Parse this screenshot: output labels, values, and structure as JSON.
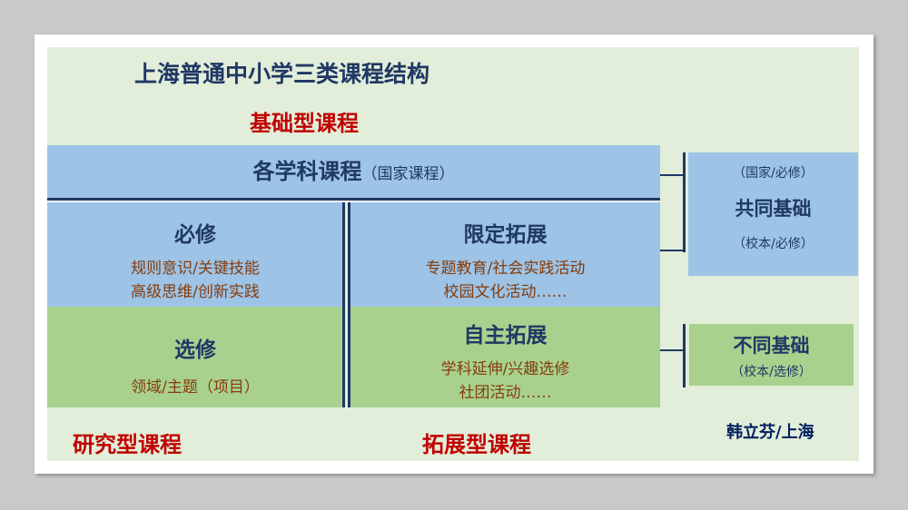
{
  "title": "上海普通中小学三类课程结构",
  "foundational_label": "基础型课程",
  "subject_bar": {
    "main": "各学科课程",
    "sub": "（国家课程）"
  },
  "boxes": {
    "required": {
      "title": "必修",
      "lines": [
        "规则意识/关键技能",
        "高级思维/创新实践"
      ]
    },
    "limited_ext": {
      "title": "限定拓展",
      "lines": [
        "专题教育/社会实践活动",
        "校园文化活动……"
      ]
    },
    "elective": {
      "title": "选修",
      "lines": [
        "领域/主题（项目）"
      ]
    },
    "self_ext": {
      "title": "自主拓展",
      "lines": [
        "学科延伸/兴趣选修",
        "社团活动……"
      ]
    }
  },
  "research_label": "研究型课程",
  "extension_label": "拓展型课程",
  "common": {
    "top": "（国家/必修）",
    "title": "共同基础",
    "bottom": "（校本/必修）"
  },
  "different": {
    "title": "不同基础",
    "sub": "（校本/选修）"
  },
  "author": "韩立芬/上海"
}
